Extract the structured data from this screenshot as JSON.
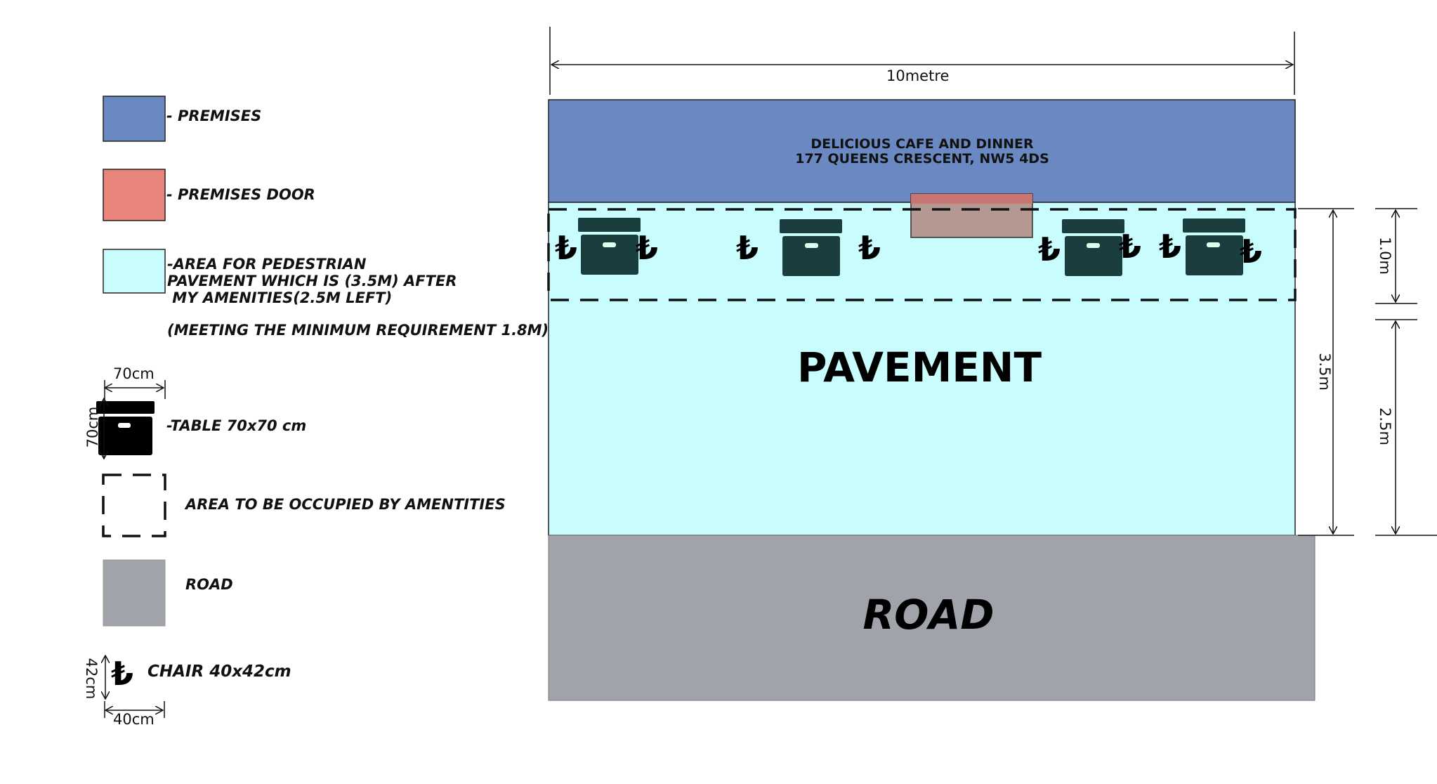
{
  "legend": {
    "premises": {
      "label": "- PREMISES",
      "color": "#6a89c2"
    },
    "premises_door": {
      "label": "- PREMISES DOOR",
      "color": "#e9847c"
    },
    "pavement_area": {
      "lines": [
        "-AREA FOR PEDESTRIAN",
        "PAVEMENT WHICH IS (3.5M) AFTER",
        " MY AMENITIES(2.5M LEFT)"
      ],
      "note": "(MEETING THE MINIMUM REQUIREMENT 1.8M)",
      "color": "#c9fcfc"
    },
    "table": {
      "label": "-TABLE 70x70 cm",
      "width_dim": "70cm",
      "height_dim": "70cm"
    },
    "amenities_area": {
      "label": "AREA TO BE OCCUPIED BY AMENTITIES"
    },
    "road": {
      "label": "ROAD",
      "color": "#a0a3aa"
    },
    "chair": {
      "label": "CHAIR 40x42cm",
      "width_dim": "40cm",
      "height_dim": "42cm",
      "glyph": "₺"
    }
  },
  "plan": {
    "width_dim": "10metre",
    "premises": {
      "name": "DELICIOUS CAFE AND DINNER",
      "address": "177 QUEENS CRESCENT, NW5 4DS"
    },
    "pavement_label": "PAVEMENT",
    "road_label": "ROAD",
    "dims": {
      "total": "3.5m",
      "amenities": "1.0m",
      "remaining": "2.5m"
    },
    "table_color": "#1a3e3e",
    "tables": [
      {
        "chairs": 2
      },
      {
        "chairs": 2
      },
      {
        "chairs": 2
      },
      {
        "chairs": 2
      }
    ]
  }
}
